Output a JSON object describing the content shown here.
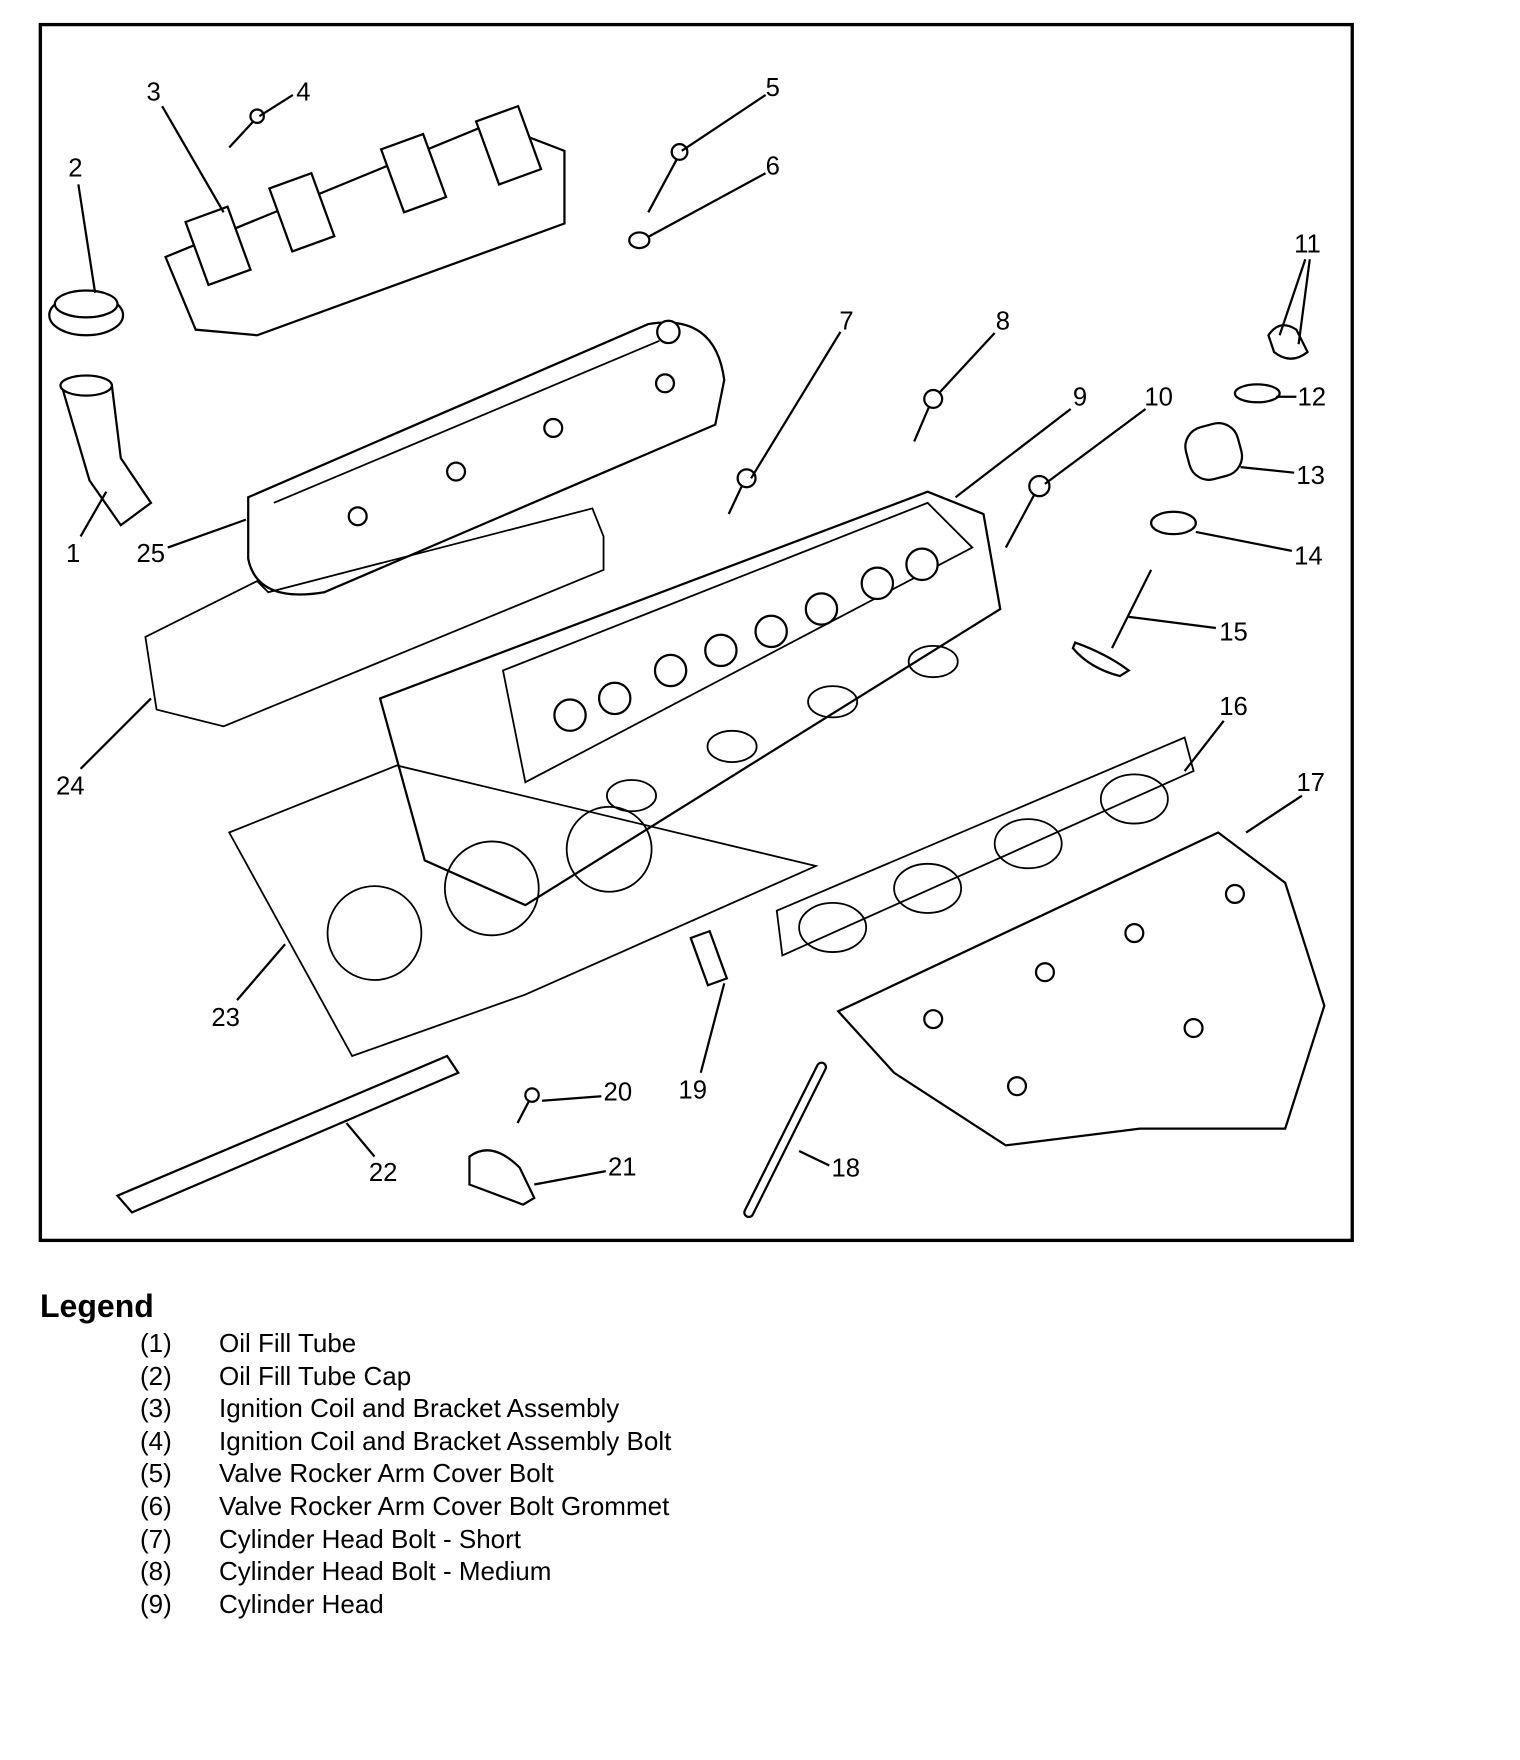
{
  "diagram": {
    "callouts": [
      "1",
      "2",
      "3",
      "4",
      "5",
      "6",
      "7",
      "8",
      "9",
      "10",
      "11",
      "12",
      "13",
      "14",
      "15",
      "16",
      "17",
      "18",
      "19",
      "20",
      "21",
      "22",
      "23",
      "24",
      "25"
    ]
  },
  "legend": {
    "title": "Legend",
    "items": [
      {
        "num": "(1)",
        "label": "Oil Fill Tube"
      },
      {
        "num": "(2)",
        "label": "Oil Fill Tube Cap"
      },
      {
        "num": "(3)",
        "label": "Ignition Coil and Bracket Assembly"
      },
      {
        "num": "(4)",
        "label": "Ignition Coil and Bracket Assembly Bolt"
      },
      {
        "num": "(5)",
        "label": "Valve Rocker Arm Cover Bolt"
      },
      {
        "num": "(6)",
        "label": "Valve Rocker Arm Cover Bolt Grommet"
      },
      {
        "num": "(7)",
        "label": "Cylinder Head Bolt - Short"
      },
      {
        "num": "(8)",
        "label": "Cylinder Head Bolt - Medium"
      },
      {
        "num": "(9)",
        "label": "Cylinder Head"
      }
    ]
  }
}
